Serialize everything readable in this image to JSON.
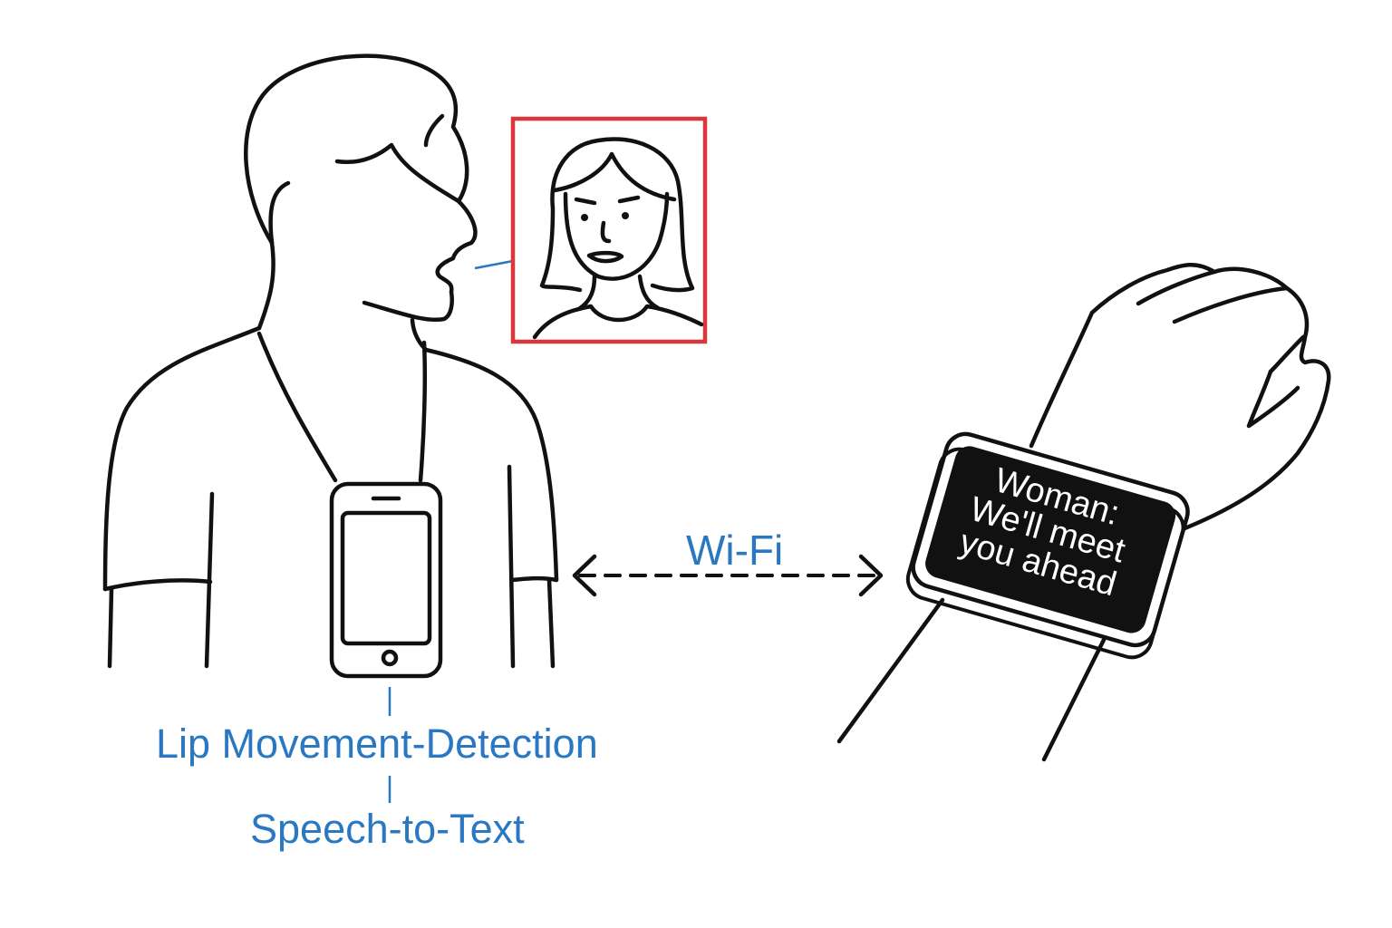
{
  "labels": {
    "lip_detection": "Lip Movement-Detection",
    "speech_to_text": "Speech-to-Text",
    "connection": "Wi-Fi"
  },
  "watch_display": {
    "speaker": "Woman:",
    "line1": "We'll meet",
    "line2": "you ahead"
  },
  "colors": {
    "label_blue": "#2a78c2",
    "face_box_red": "#d9363e",
    "line_ink": "#111111",
    "screen_black": "#111111",
    "screen_text": "#ffffff"
  }
}
